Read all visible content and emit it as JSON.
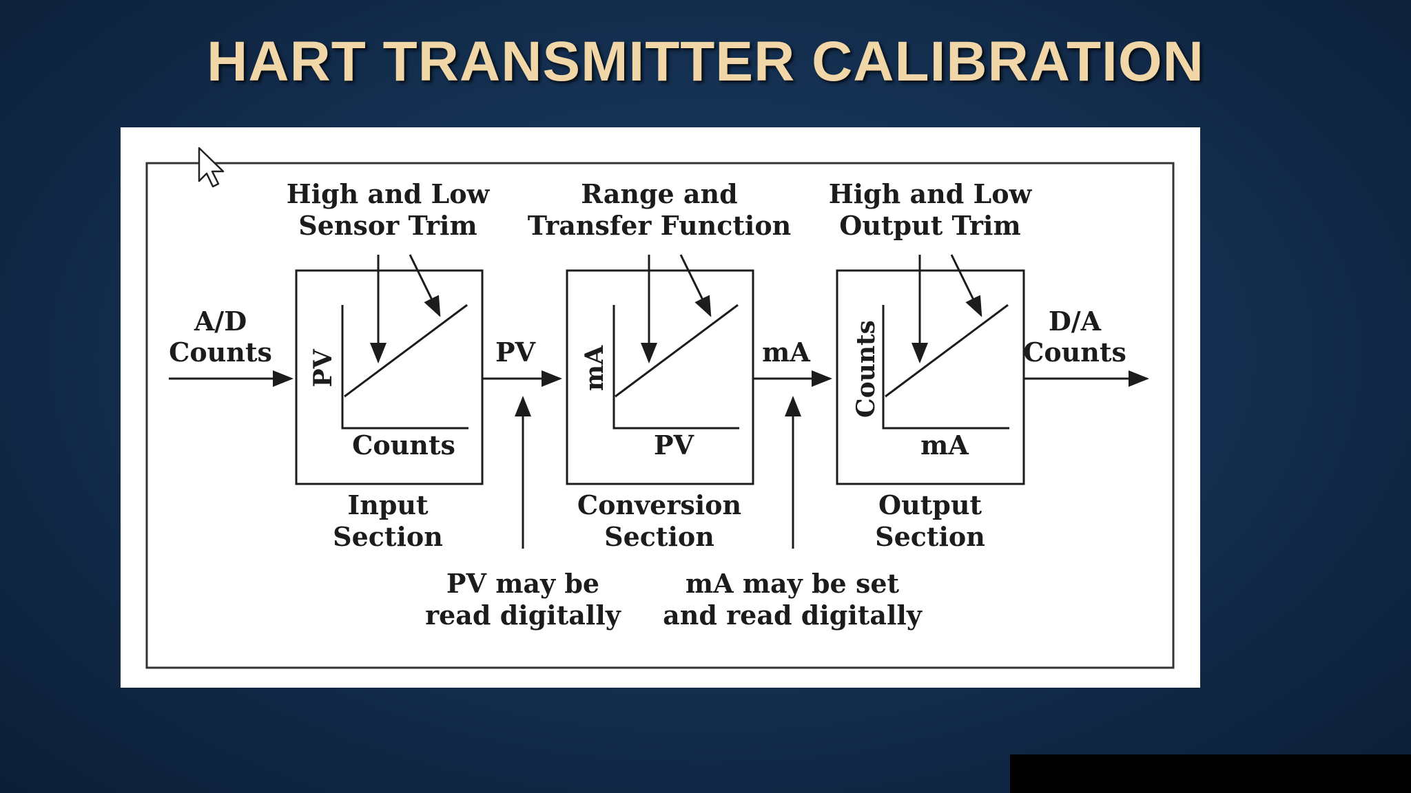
{
  "slide": {
    "title": "HART TRANSMITTER CALIBRATION"
  },
  "diagram": {
    "input": {
      "line1": "A/D",
      "line2": "Counts"
    },
    "output": {
      "line1": "D/A",
      "line2": "Counts"
    },
    "sections": [
      {
        "top_line1": "High and Low",
        "top_line2": "Sensor Trim",
        "y_axis": "PV",
        "x_axis": "Counts",
        "bottom_line1": "Input",
        "bottom_line2": "Section"
      },
      {
        "top_line1": "Range and",
        "top_line2": "Transfer Function",
        "y_axis": "mA",
        "x_axis": "PV",
        "bottom_line1": "Conversion",
        "bottom_line2": "Section"
      },
      {
        "top_line1": "High and Low",
        "top_line2": "Output Trim",
        "y_axis": "Counts",
        "x_axis": "mA",
        "bottom_line1": "Output",
        "bottom_line2": "Section"
      }
    ],
    "links": [
      {
        "label": "PV",
        "note_line1": "PV may be",
        "note_line2": "read digitally"
      },
      {
        "label": "mA",
        "note_line1": "mA may be set",
        "note_line2": "and read digitally"
      }
    ]
  },
  "colors": {
    "title": "#f1d6a8",
    "ink": "#1c1c1c",
    "card": "#ffffff"
  }
}
